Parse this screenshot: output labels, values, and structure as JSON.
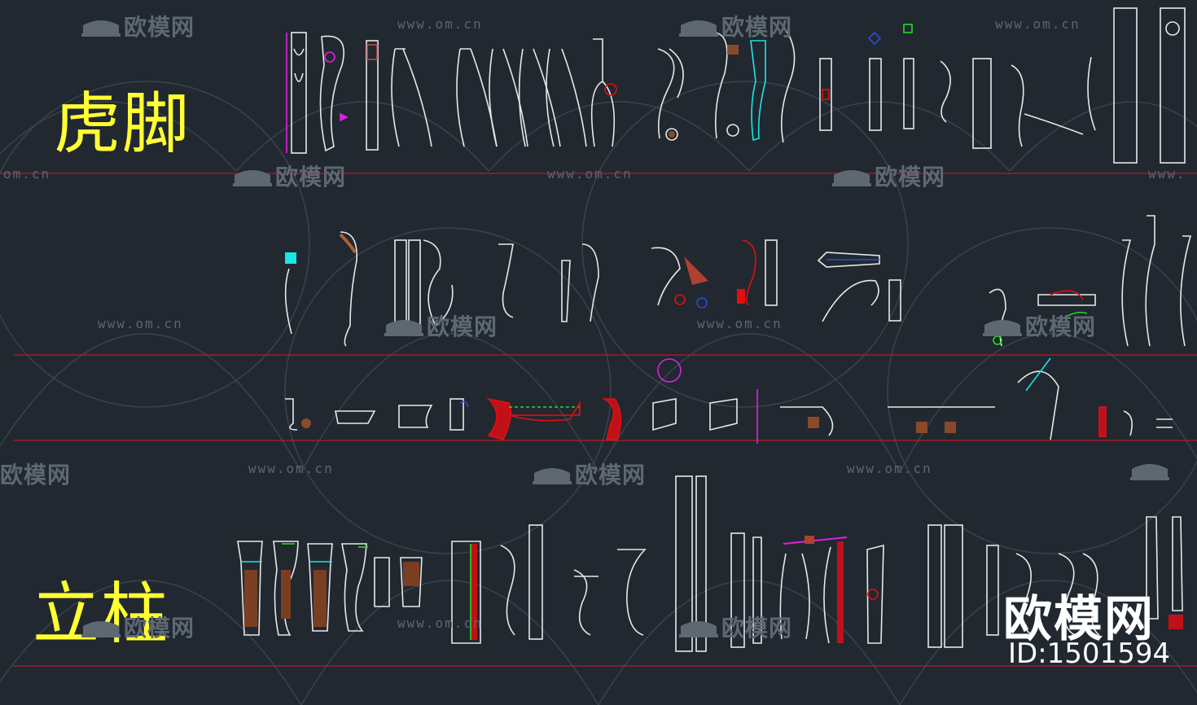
{
  "section_labels": {
    "tiger_foot": "虎脚",
    "column": "立柱"
  },
  "watermark": {
    "url": "www.om.cn",
    "url_partial": "om.cn",
    "url_partial_right": "www.",
    "brand": "欧模网",
    "brand_partial": "欧模网"
  },
  "corner": {
    "brand": "欧模网",
    "id": "ID:1501594"
  },
  "colors": {
    "background": "#212830",
    "divider": "#c0192a",
    "line_white": "#e8e8e8",
    "label_yellow": "#ffff33",
    "watermark": "#5b6570",
    "accent_magenta": "#e020e0",
    "accent_cyan": "#19e6e6",
    "accent_red": "#e01010",
    "accent_green": "#22dd22",
    "accent_blue": "#2a4bd8",
    "wood_brown": "#8a4a2a"
  },
  "icons": [
    "sofa-logo-icon"
  ]
}
